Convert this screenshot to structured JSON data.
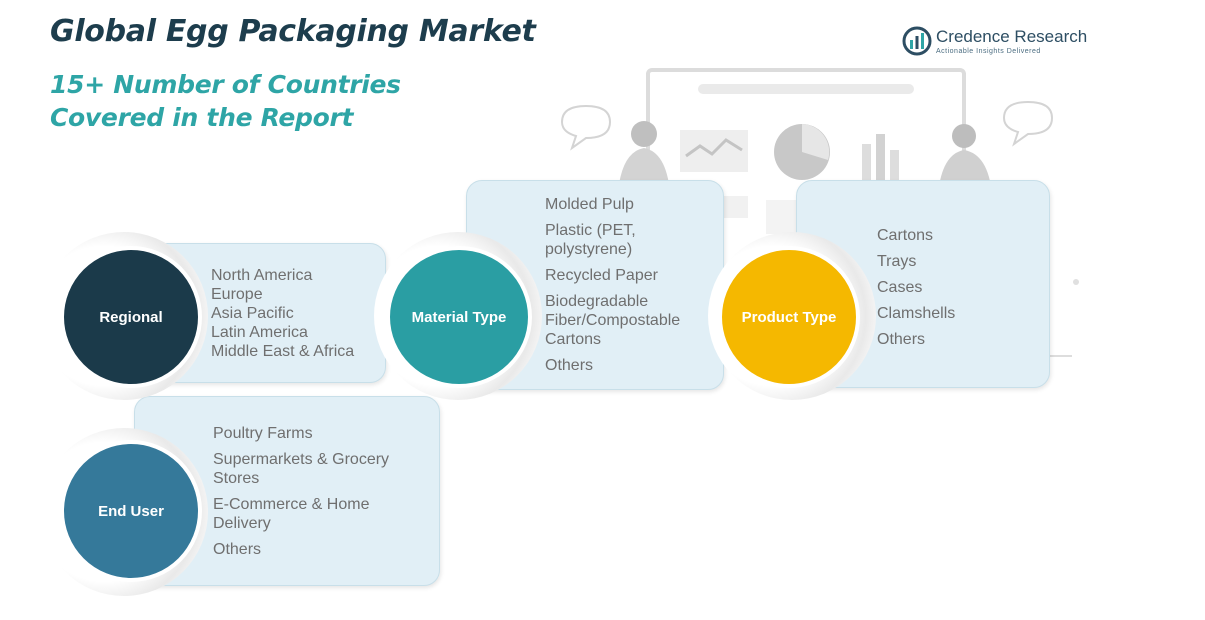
{
  "header": {
    "title": "Global Egg Packaging Market",
    "subtitle": "15+ Number of Countries Covered in the Report"
  },
  "logo": {
    "name": "Credence Research",
    "tagline": "Actionable Insights Delivered"
  },
  "segments": {
    "regional": {
      "label": "Regional",
      "color": "#1b3a4a",
      "items": [
        "North America",
        "Europe",
        "Asia Pacific",
        "Latin America",
        "Middle East & Africa"
      ]
    },
    "material": {
      "label": "Material Type",
      "color": "#2a9ea3",
      "items": [
        "Molded Pulp",
        "Plastic (PET, polystyrene)",
        "Recycled Paper",
        "Biodegradable Fiber/Compostable Cartons",
        "Others"
      ]
    },
    "product": {
      "label": "Product Type",
      "color": "#f5b800",
      "items": [
        "Cartons",
        "Trays",
        "Cases",
        "Clamshells",
        "Others"
      ]
    },
    "enduser": {
      "label": "End User",
      "color": "#35799a",
      "items": [
        "Poultry Farms",
        "Supermarkets & Grocery Stores",
        "E-Commerce & Home Delivery",
        "Others"
      ]
    }
  }
}
